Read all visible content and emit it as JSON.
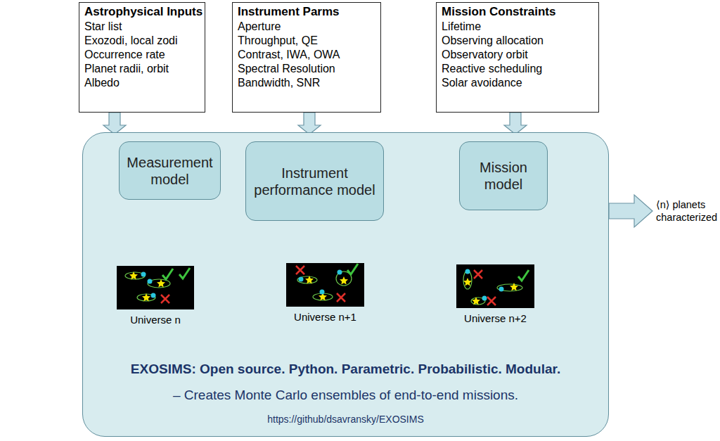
{
  "diagram": {
    "nodes": [
      {
        "text": [
          "Astrophysical Inputs",
          "Star list",
          "Exozodi, local zodi",
          "Occurrence rate",
          "Planet radii, orbit",
          "Albedo"
        ]
      },
      {
        "text": [
          "Instrument Parms",
          "Aperture",
          "Throughput, QE",
          "Contrast, IWA, OWA",
          "Spectral Resolution",
          "Bandwidth, SNR"
        ]
      },
      {
        "text": [
          "Mission Constraints",
          "Lifetime",
          "Observing allocation",
          "Observatory orbit",
          "Reactive scheduling",
          "Solar avoidance"
        ]
      },
      {
        "text": [
          "EXOSIMS: Open source. Python. Parametric. Probabilistic. Modular.",
          "– Creates Monte Carlo ensembles of end-to-end missions.",
          "https://github/dsavransky/EXOSIMS"
        ]
      },
      {
        "text": [
          "Measurement model"
        ],
        "in": 3
      },
      {
        "text": [
          "Instrument performance model"
        ],
        "in": 3
      },
      {
        "text": [
          "Mission model"
        ],
        "in": 3
      }
    ],
    "edges": [
      {
        "from": 0,
        "to": 3,
        "arrow": "to"
      },
      {
        "from": 1,
        "to": 3,
        "arrow": "to"
      },
      {
        "from": 2,
        "to": 3,
        "arrow": "to"
      }
    ],
    "labels": [
      "Universe n",
      "Universe n+1",
      "Universe n+2",
      "⟨n⟩ planets characterized"
    ]
  }
}
